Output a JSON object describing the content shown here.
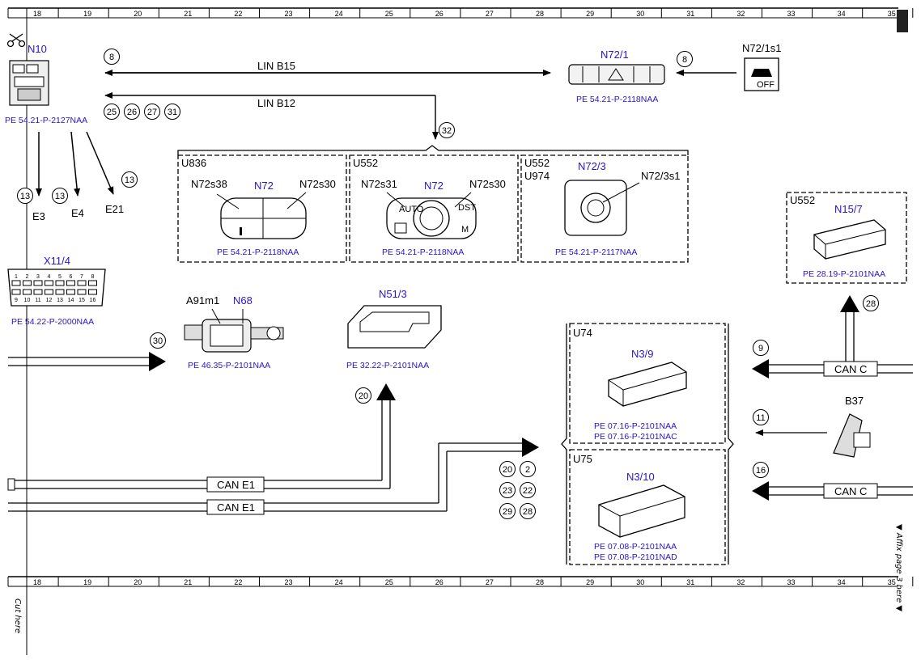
{
  "ruler": [
    "18",
    "19",
    "20",
    "21",
    "22",
    "23",
    "24",
    "25",
    "26",
    "27",
    "28",
    "29",
    "30",
    "31",
    "32",
    "33",
    "34",
    "35"
  ],
  "labels": {
    "n10": "N10",
    "n10_ref": "PE 54.21-P-2127NAA",
    "e3": "E3",
    "e4": "E4",
    "e21": "E21",
    "x114": "X11/4",
    "x114_ref": "PE 54.22-P-2000NAA",
    "lin_b15": "LIN B15",
    "lin_b12": "LIN B12",
    "n721": "N72/1",
    "n721_ref": "PE 54.21-P-2118NAA",
    "n721s1": "N72/1s1",
    "off": "OFF",
    "u836": "U836",
    "u552_a": "U552",
    "u552_b": "U552",
    "u974": "U974",
    "n72s38": "N72s38",
    "n72_a": "N72",
    "n72s30_a": "N72s30",
    "n72s31": "N72s31",
    "n72_b": "N72",
    "n72s30_b": "N72s30",
    "n723": "N72/3",
    "n723s1": "N72/3s1",
    "n72_ref1": "PE 54.21-P-2118NAA",
    "n72_ref2": "PE 54.21-P-2118NAA",
    "n723_ref": "PE 54.21-P-2117NAA",
    "a91m1": "A91m1",
    "n68": "N68",
    "n68_ref": "PE 46.35-P-2101NAA",
    "n513": "N51/3",
    "n513_ref": "PE 32.22-P-2101NAA",
    "u552_c": "U552",
    "n157": "N15/7",
    "n157_ref": "PE 28.19-P-2101NAA",
    "u74": "U74",
    "n39": "N3/9",
    "n39_ref1": "PE 07.16-P-2101NAA",
    "n39_ref2": "PE 07.16-P-2101NAC",
    "u75": "U75",
    "n310": "N3/10",
    "n310_ref1": "PE 07.08-P-2101NAA",
    "n310_ref2": "PE 07.08-P-2101NAD",
    "b37": "B37",
    "can_e1_a": "CAN E1",
    "can_e1_b": "CAN E1",
    "can_c_a": "CAN C",
    "can_c_b": "CAN C",
    "cut_here": "Cut here",
    "affix": "▼ Affix page 3 here ▼",
    "sw_auto": "AUTO",
    "sw_dst": "DST",
    "sw_m": "M"
  },
  "circles": {
    "c8a": "8",
    "c8b": "8",
    "c25": "25",
    "c26": "26",
    "c27": "27",
    "c31": "31",
    "c13a": "13",
    "c13b": "13",
    "c13c": "13",
    "c32": "32",
    "c30": "30",
    "c20a": "20",
    "c28a": "28",
    "c9": "9",
    "c11": "11",
    "c16": "16",
    "c20b": "20",
    "c2": "2",
    "c23": "23",
    "c22": "22",
    "c29": "29",
    "c28b": "28"
  },
  "x114_pins_top": [
    "1",
    "2",
    "3",
    "4",
    "5",
    "6",
    "7",
    "8"
  ],
  "x114_pins_bot": [
    "9",
    "10",
    "11",
    "12",
    "13",
    "14",
    "15",
    "16"
  ]
}
